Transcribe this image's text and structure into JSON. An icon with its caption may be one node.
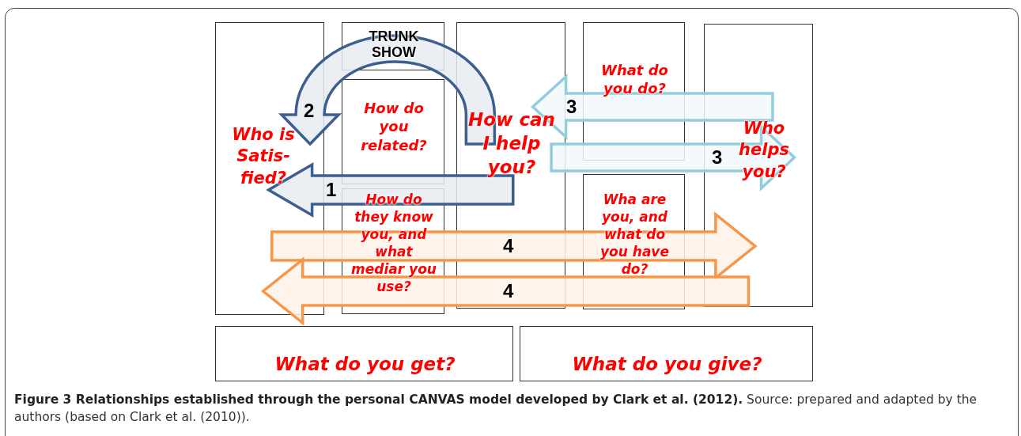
{
  "diagram": {
    "caption": "**Figure 3 Relationships established through the personal CANVAS model developed by Clark et al. (2012).** Source: prepared and adapted by the authors (based on Clark et al. (2010)).",
    "nodes": [
      {
        "text": [
          "Who is Satis-fied?"
        ]
      },
      {
        "text": [
          "TRUNK SHOW"
        ]
      },
      {
        "text": [
          "How do you related?"
        ]
      },
      {
        "text": [
          "How do they know you, and what mediar you use?"
        ]
      },
      {
        "text": [
          "How can I help you?"
        ]
      },
      {
        "text": [
          "What do you do?"
        ]
      },
      {
        "text": [
          "Wha are you, and what do you have do?"
        ]
      },
      {
        "text": [
          "Who helps you?"
        ]
      },
      {
        "text": [
          "What do you get?"
        ]
      },
      {
        "text": [
          "What do you give?"
        ]
      }
    ],
    "edges": [
      {
        "from": 4,
        "to": 0,
        "arrow": "to",
        "label": "1",
        "color": "#3c5f8f"
      },
      {
        "from": 4,
        "to": 0,
        "arrow": "to",
        "label": "2",
        "color": "#3c5f8f"
      },
      {
        "from": 7,
        "to": 4,
        "arrow": "to",
        "label": "3",
        "color": "#92cddc"
      },
      {
        "from": 4,
        "to": 7,
        "arrow": "to",
        "label": "3",
        "color": "#92cddc"
      },
      {
        "from": 0,
        "to": 7,
        "arrow": "to",
        "label": "4",
        "color": "#f79646"
      },
      {
        "from": 7,
        "to": 0,
        "arrow": "to",
        "label": "4",
        "color": "#f79646"
      }
    ]
  }
}
